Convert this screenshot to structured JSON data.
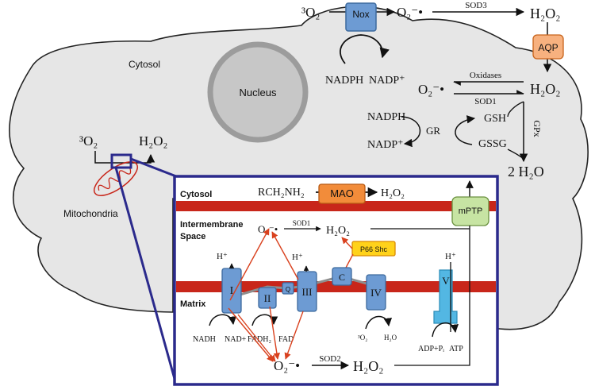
{
  "labels": {
    "cytosol": "Cytosol",
    "nucleus": "Nucleus",
    "mitochondria": "Mitochondria",
    "o2_triplet": "³O₂",
    "h2o2_cyto": "H₂O₂",
    "nox": "Nox",
    "nadph_top": "NADPH",
    "nadp_top": "NADP⁺",
    "superoxide_top": "O₂⁻•",
    "sod3": "SOD3",
    "h2o2_ext": "H₂O₂",
    "aqp": "AQP",
    "superoxide_mid": "O₂⁻•",
    "oxidases": "Oxidases",
    "sod1_mid": "SOD1",
    "h2o2_mid": "H₂O₂",
    "nadph_gr": "NADPH",
    "nadp_gr": "NADP⁺",
    "gr": "GR",
    "gsh": "GSH",
    "gssg": "GSSG",
    "gpx": "GPx",
    "water_out": "2 H₂O",
    "inset": {
      "cytosol": "Cytosol",
      "substrate": "RCH₂NH₂",
      "mao": "MAO",
      "h2o2_mao": "H₂O₂",
      "mptp": "mPTP",
      "ims_line1": "Intermembrane",
      "ims_line2": "Space",
      "o2_ims": "O₂⁻•",
      "sod1": "SOD1",
      "h2o2_ims": "H₂O₂",
      "p66": "P66 Shc",
      "matrix": "Matrix",
      "h_plus": "H⁺",
      "complex_1": "I",
      "complex_2": "II",
      "complex_3": "III",
      "complex_4": "IV",
      "complex_5": "V",
      "coq": "Q",
      "cytc": "C",
      "nadh": "NADH",
      "nad": "NAD+",
      "fadh2": "FADH₂",
      "fad": "FAD",
      "o2_c4": "³O₂",
      "h2o": "H₂O",
      "adp": "ADP+Pᵢ",
      "atp": "ATP",
      "o2_matrix": "O₂⁻•",
      "sod2": "SOD2",
      "h2o2_matrix": "H₂O₂"
    }
  },
  "colors": {
    "membrane": "#c8261a",
    "complex_fill": "#6d9bd3",
    "complex_stroke": "#3d6a9e",
    "complex5_fill": "#53b7e3",
    "box_border": "#2b2a8c",
    "aqp_fill": "#f7b17f",
    "mao_fill": "#f28c3a",
    "mptp_fill": "#c7e4a3",
    "p66_fill": "#ffd21a",
    "nucleus_fill": "#c7c7c7",
    "cell_fill": "#e6e6e6",
    "red_arrow": "#d9411e"
  }
}
